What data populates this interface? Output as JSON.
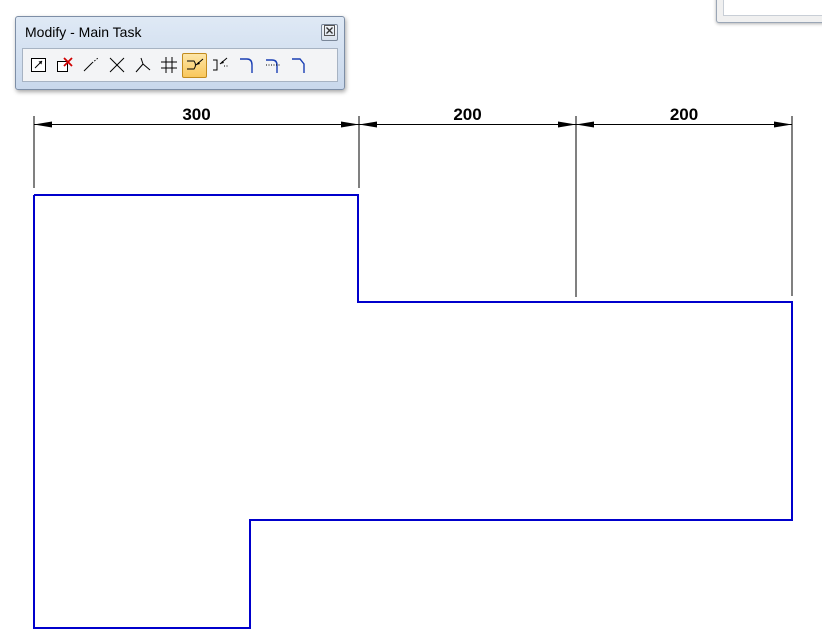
{
  "toolbar": {
    "title": "Modify - Main Task",
    "close_icon": "close-icon",
    "tools": [
      {
        "name": "trim-box-tool",
        "icon": "trim-box-icon",
        "active": false
      },
      {
        "name": "delete-segment-tool",
        "icon": "delete-segment-icon",
        "active": false
      },
      {
        "name": "extend-line-tool",
        "icon": "extend-line-icon",
        "active": false
      },
      {
        "name": "intersect-tool",
        "icon": "intersect-icon",
        "active": false
      },
      {
        "name": "corner-tool",
        "icon": "corner-icon",
        "active": false
      },
      {
        "name": "grid-trim-tool",
        "icon": "grid-trim-icon",
        "active": false
      },
      {
        "name": "trim-to-element-tool",
        "icon": "trim-to-element-icon",
        "active": true
      },
      {
        "name": "extend-to-element-tool",
        "icon": "extend-to-element-icon",
        "active": false
      },
      {
        "name": "fillet-tool",
        "icon": "fillet-icon",
        "active": false
      },
      {
        "name": "fillet-trim-tool",
        "icon": "fillet-trim-icon",
        "active": false
      },
      {
        "name": "chamfer-tool",
        "icon": "chamfer-icon",
        "active": false
      }
    ]
  },
  "drawing": {
    "shape_color": "#0000cc",
    "dimension_color": "#000000",
    "dimensions": [
      {
        "label": "300",
        "value": 300
      },
      {
        "label": "200",
        "value": 200
      },
      {
        "label": "200",
        "value": 200
      }
    ]
  }
}
